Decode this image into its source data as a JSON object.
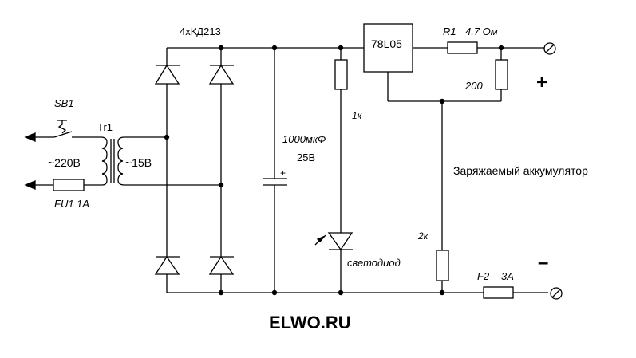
{
  "diagram": {
    "title": "ELWO.RU",
    "colors": {
      "line": "#000000",
      "background": "#ffffff"
    },
    "labels": {
      "switch": "SB1",
      "transformer": "Tr1",
      "mains_voltage": "~220В",
      "secondary_voltage": "~15В",
      "fuse1": "FU1 1A",
      "bridge": "4хКД213",
      "capacitor_value": "1000мкФ",
      "capacitor_voltage": "25В",
      "cap_polarity": "+",
      "resistor_led": "1к",
      "led": "светодиод",
      "regulator": "78L05",
      "r1": "R1",
      "r1_value": "4.7 Ом",
      "r_200": "200",
      "r_2k": "2к",
      "fuse2": "F2",
      "fuse2_value": "3A",
      "battery": "Заряжаемый аккумулятор",
      "plus": "+",
      "minus": "–"
    }
  }
}
